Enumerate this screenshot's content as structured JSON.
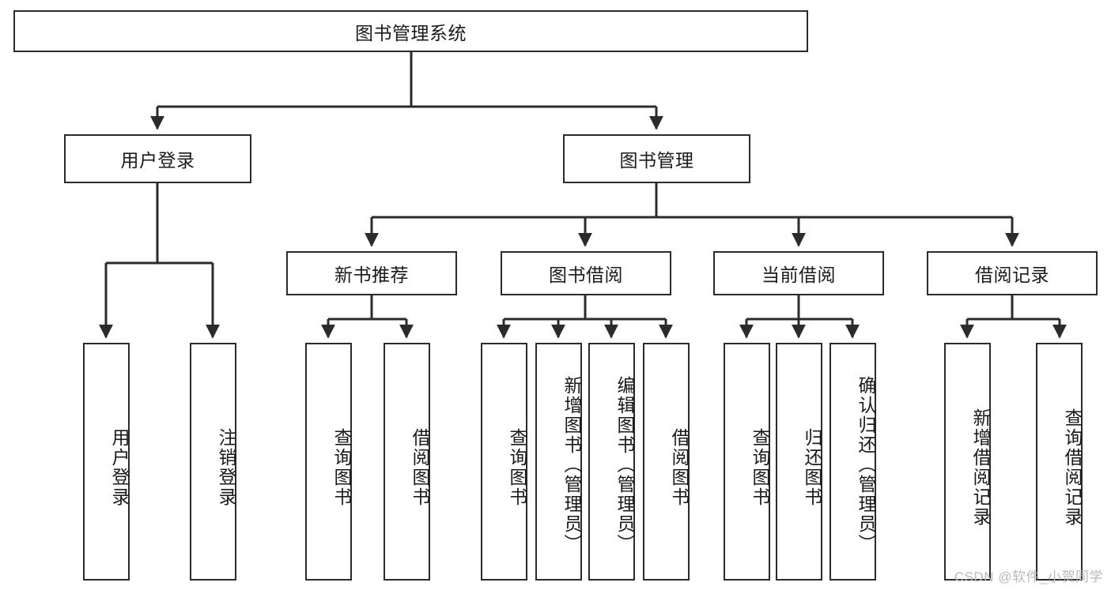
{
  "diagram": {
    "type": "tree-hierarchy",
    "title": "图书管理系统",
    "root": {
      "id": "root",
      "label": "图书管理系统"
    },
    "level2": [
      {
        "id": "user-login",
        "label": "用户登录"
      },
      {
        "id": "book-manage",
        "label": "图书管理"
      }
    ],
    "level3": [
      {
        "id": "new-book-recommend",
        "label": "新书推荐",
        "parent": "book-manage"
      },
      {
        "id": "book-borrow",
        "label": "图书借阅",
        "parent": "book-manage"
      },
      {
        "id": "current-borrow",
        "label": "当前借阅",
        "parent": "book-manage"
      },
      {
        "id": "borrow-record",
        "label": "借阅记录",
        "parent": "book-manage"
      }
    ],
    "leaves": [
      {
        "id": "leaf-user-login",
        "label": "用户登录",
        "parent": "user-login"
      },
      {
        "id": "leaf-logout-login",
        "label": "注销登录",
        "parent": "user-login"
      },
      {
        "id": "leaf-query-book-1",
        "label": "查询图书",
        "parent": "new-book-recommend"
      },
      {
        "id": "leaf-borrow-book-1",
        "label": "借阅图书",
        "parent": "new-book-recommend"
      },
      {
        "id": "leaf-query-book-2",
        "label": "查询图书",
        "parent": "book-borrow"
      },
      {
        "id": "leaf-add-book-admin",
        "label": "新增图书（管理员）",
        "parent": "book-borrow"
      },
      {
        "id": "leaf-edit-book-admin",
        "label": "编辑图书（管理员）",
        "parent": "book-borrow"
      },
      {
        "id": "leaf-borrow-book-2",
        "label": "借阅图书",
        "parent": "book-borrow"
      },
      {
        "id": "leaf-query-book-3",
        "label": "查询图书",
        "parent": "current-borrow"
      },
      {
        "id": "leaf-return-book",
        "label": "归还图书",
        "parent": "current-borrow"
      },
      {
        "id": "leaf-confirm-return-admin",
        "label": "确认归还（管理员）",
        "parent": "current-borrow"
      },
      {
        "id": "leaf-add-borrow-record",
        "label": "新增借阅记录",
        "parent": "borrow-record"
      },
      {
        "id": "leaf-query-borrow-record",
        "label": "查询借阅记录",
        "parent": "borrow-record"
      }
    ],
    "colors": {
      "border": "#2b2b2b",
      "background": "#ffffff",
      "text": "#1a1a1a",
      "watermark": "#b9b9b9"
    }
  },
  "watermark": {
    "text": "CSDN @软件_小贺同学"
  }
}
